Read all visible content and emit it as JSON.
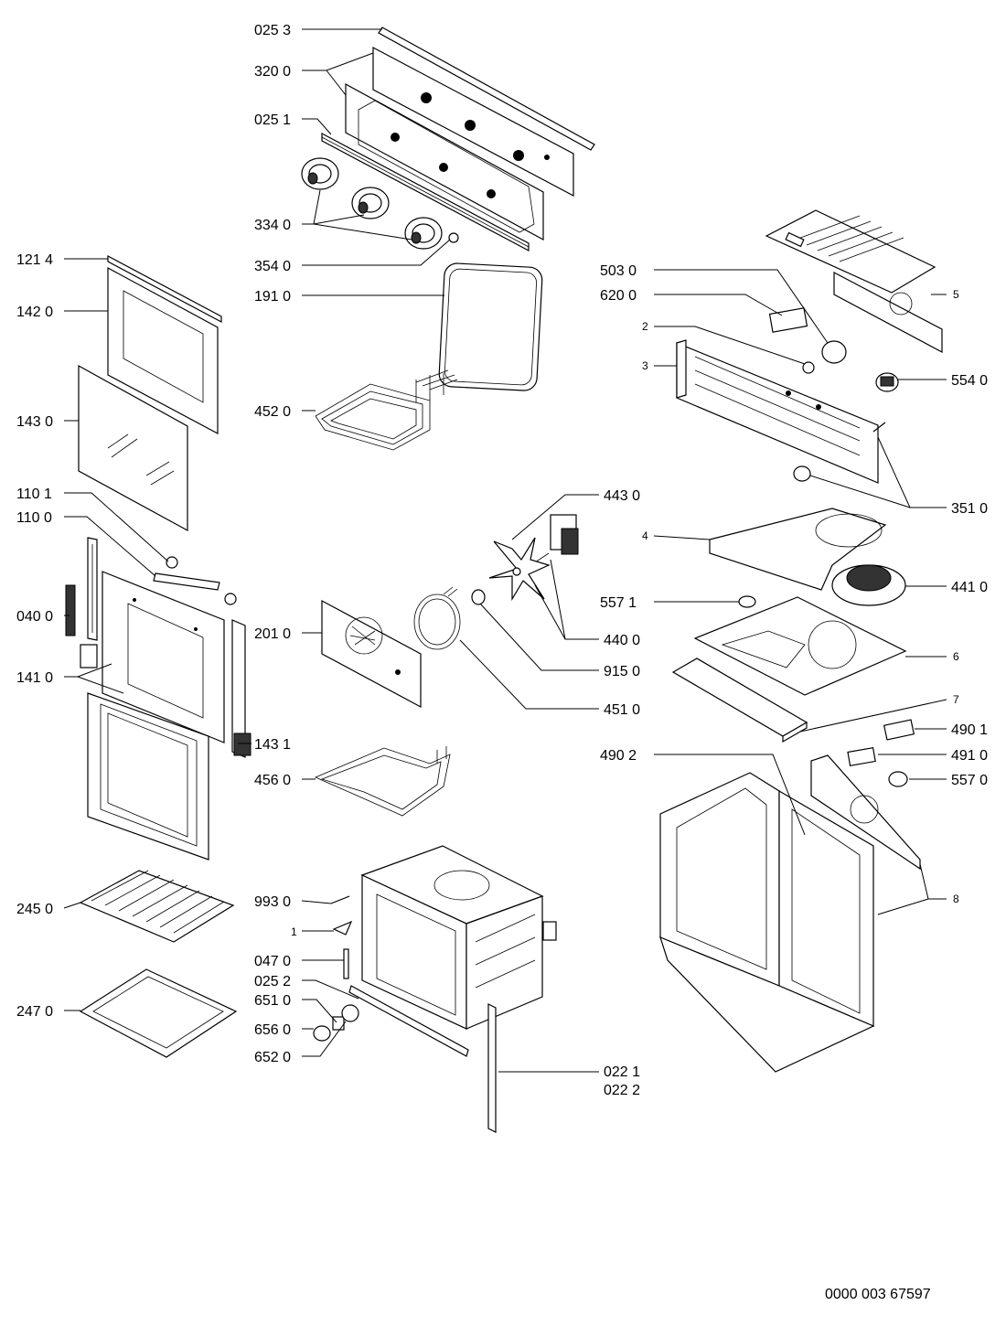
{
  "labels": {
    "p0253": "025 3",
    "p3200": "320 0",
    "p0251": "025 1",
    "p3340": "334 0",
    "p3540": "354 0",
    "p1910": "191 0",
    "p4520": "452 0",
    "p1214": "121 4",
    "p1420": "142 0",
    "p1430": "143 0",
    "p1101": "110 1",
    "p1100": "110 0",
    "p0400": "040 0",
    "p1410": "141 0",
    "p2010": "201 0",
    "p1431": "143 1",
    "p4560": "456 0",
    "p2450": "245 0",
    "p2470": "247 0",
    "p9930": "993 0",
    "p1": "1",
    "p0470": "047 0",
    "p0252": "025 2",
    "p6510": "651 0",
    "p6560": "656 0",
    "p6520": "652 0",
    "p0221": "022 1",
    "p0222": "022 2",
    "p4430": "443 0",
    "p4400": "440 0",
    "p9150": "915 0",
    "p4510": "451 0",
    "p5030": "503 0",
    "p6200": "620 0",
    "p2": "2",
    "p3": "3",
    "p5": "5",
    "p5540": "554 0",
    "p3510": "351 0",
    "p4": "4",
    "p4410": "441 0",
    "p5571": "557 1",
    "p6": "6",
    "p7": "7",
    "p4901": "490 1",
    "p4902": "490 2",
    "p4910": "491 0",
    "p5570": "557 0",
    "p8": "8"
  },
  "drawing_code": "0000 003 67597"
}
